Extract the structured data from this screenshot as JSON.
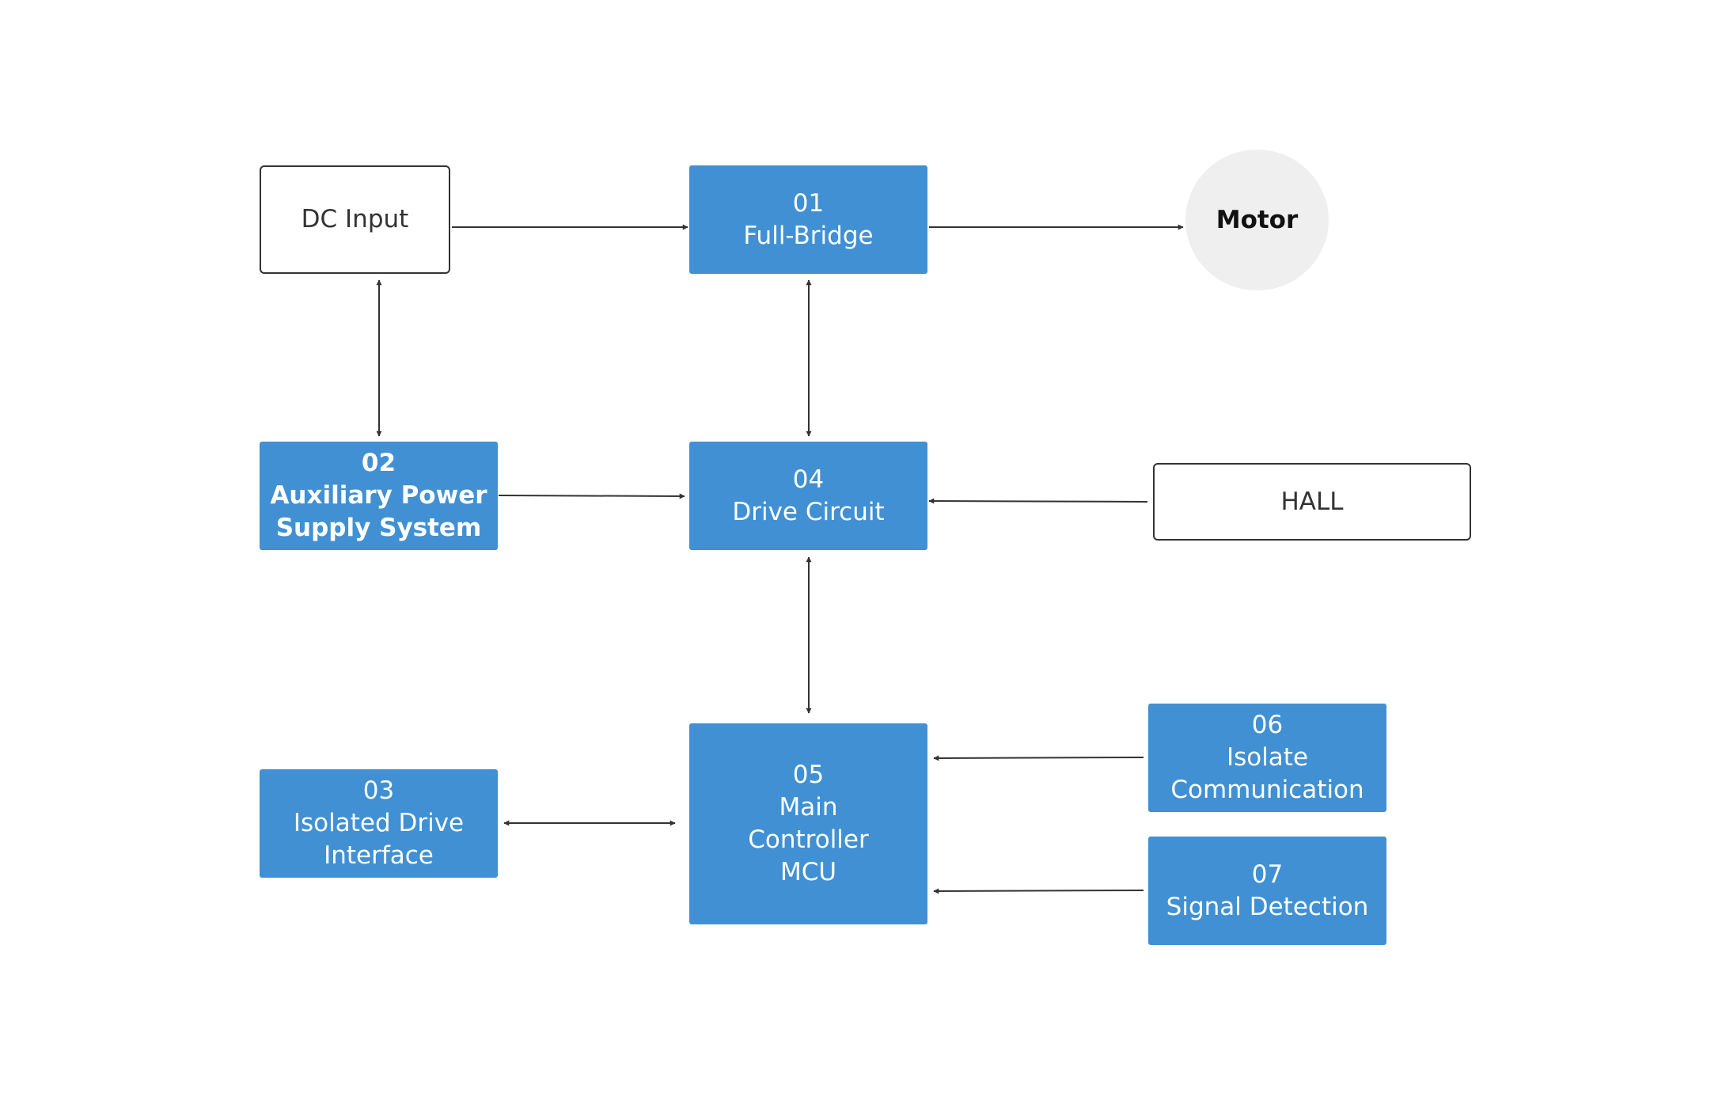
{
  "nodes": {
    "dc_input": {
      "lines": [
        "DC Input"
      ]
    },
    "full_bridge": {
      "lines": [
        "01",
        "Full-Bridge"
      ]
    },
    "motor": {
      "lines": [
        "Motor"
      ]
    },
    "aux_power": {
      "lines": [
        "02",
        "Auxiliary Power",
        "Supply System"
      ]
    },
    "drive_circuit": {
      "lines": [
        "04",
        "Drive Circuit"
      ]
    },
    "hall": {
      "lines": [
        "HALL"
      ]
    },
    "isolated_drive": {
      "lines": [
        "03",
        "Isolated Drive",
        "Interface"
      ]
    },
    "main_controller": {
      "lines": [
        "05",
        "Main",
        "Controller",
        "MCU"
      ]
    },
    "isolate_comm": {
      "lines": [
        "06",
        "Isolate",
        "Communication"
      ]
    },
    "signal_detection": {
      "lines": [
        "07",
        "Signal Detection"
      ]
    }
  },
  "colors": {
    "block_blue": "#4190d3",
    "arrow": "#333333",
    "motor_fill": "#efefef"
  }
}
